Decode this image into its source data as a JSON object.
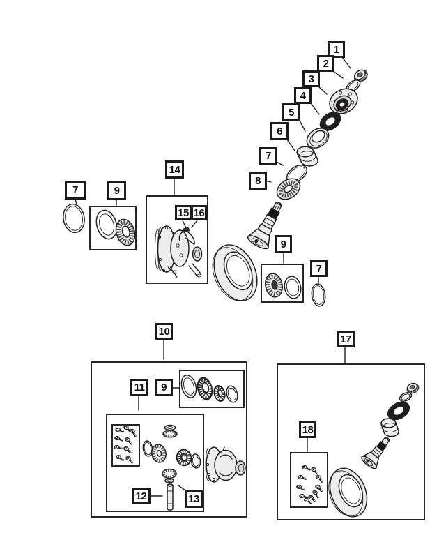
{
  "diagram": {
    "kind": "exploded-parts-diagram",
    "background_color": "#ffffff",
    "ink_color": "#231f20"
  },
  "callouts": {
    "c1": "1",
    "c2": "2",
    "c3": "3",
    "c4": "4",
    "c5": "5",
    "c6": "6",
    "c7_top": "7",
    "c8": "8",
    "c7_left": "7",
    "c9_left": "9",
    "c14": "14",
    "c15": "15",
    "c16": "16",
    "c9_mid": "9",
    "c7_mid": "7",
    "c10": "10",
    "c11": "11",
    "c9_bottom": "9",
    "c12": "12",
    "c13": "13",
    "c17": "17",
    "c18": "18"
  }
}
